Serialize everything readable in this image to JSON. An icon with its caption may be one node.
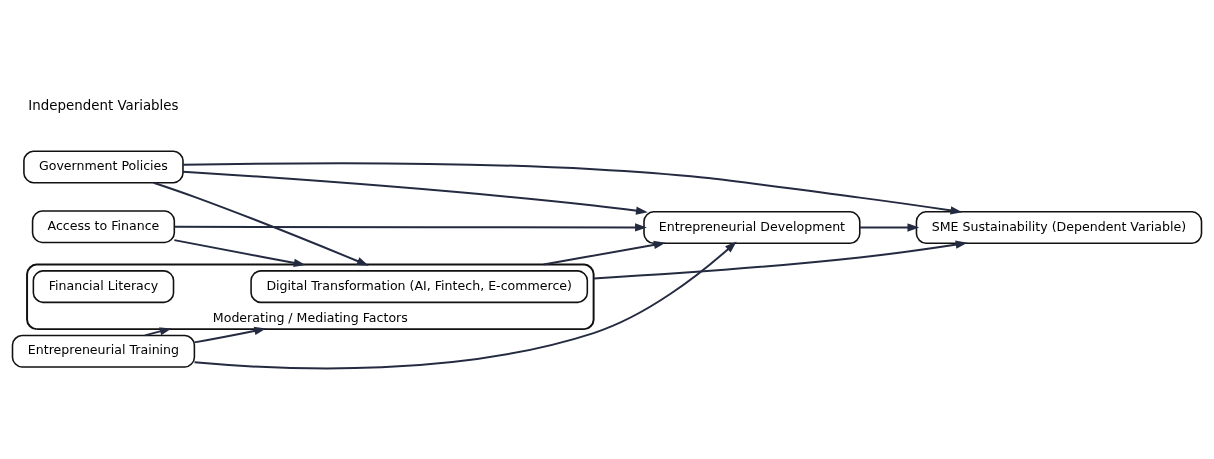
{
  "diagram": {
    "nodes": [
      {
        "text": [
          "Access to Finance"
        ]
      },
      {
        "text": [
          "Entrepreneurial Training"
        ]
      },
      {
        "text": [
          "Government Policies"
        ]
      },
      {
        "text": [
          "Entrepreneurial Development"
        ]
      },
      {
        "text": [
          "Moderating / Mediating Factors"
        ]
      },
      {
        "text": [
          "Digital Transformation (AI, Fintech, E-commerce)"
        ],
        "in": 4
      },
      {
        "text": [
          "Financial Literacy"
        ],
        "in": 4
      },
      {
        "text": [
          "SME Sustainability (Dependent Variable)"
        ]
      }
    ],
    "edges": [
      {
        "from": 0,
        "to": 3,
        "arrow": "to"
      },
      {
        "from": 0,
        "to": 4,
        "arrow": "to"
      },
      {
        "from": 1,
        "to": 3,
        "arrow": "to"
      },
      {
        "from": 1,
        "to": 4,
        "arrow": "to"
      },
      {
        "from": 1,
        "to": 4,
        "arrow": "to"
      },
      {
        "from": 2,
        "to": 3,
        "arrow": "to"
      },
      {
        "from": 2,
        "to": 4,
        "arrow": "to"
      },
      {
        "from": 2,
        "to": 7,
        "arrow": "to"
      },
      {
        "from": 4,
        "to": 3,
        "arrow": "to"
      },
      {
        "from": 3,
        "to": 7,
        "arrow": "to"
      },
      {
        "from": 4,
        "to": 7,
        "arrow": "to"
      }
    ],
    "labels": [
      "Independent Variables"
    ]
  }
}
